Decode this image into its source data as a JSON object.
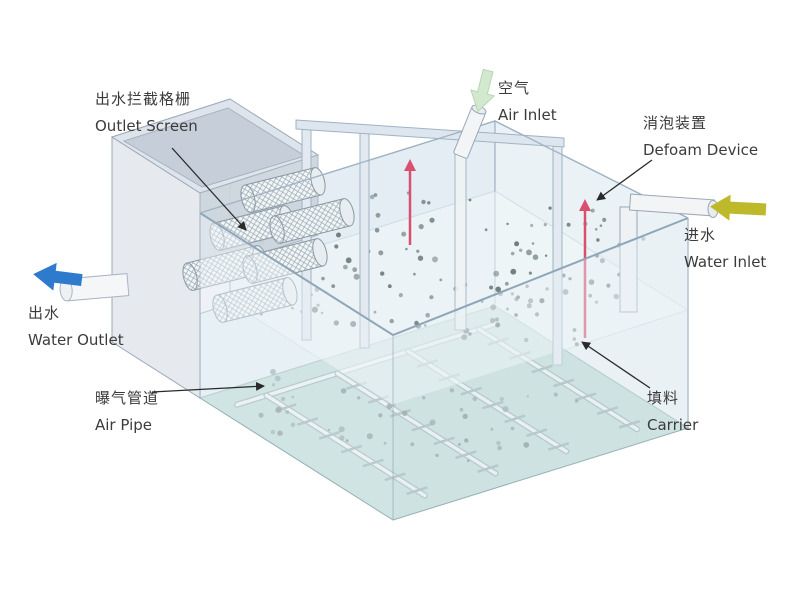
{
  "diagram": {
    "labels": {
      "outlet_screen": {
        "zh": "出水拦截格栅",
        "en": "Outlet Screen"
      },
      "air_inlet": {
        "zh": "空气",
        "en": "Air Inlet"
      },
      "defoam_device": {
        "zh": "消泡装置",
        "en": "Defoam Device"
      },
      "water_inlet": {
        "zh": "进水",
        "en": "Water Inlet"
      },
      "water_outlet": {
        "zh": "出水",
        "en": "Water Outlet"
      },
      "air_pipe": {
        "zh": "曝气管道",
        "en": "Air Pipe"
      },
      "carrier": {
        "zh": "填料",
        "en": "Carrier"
      }
    },
    "colors": {
      "water_outlet_arrow": "#2e7bce",
      "water_inlet_arrow": "#bdb92b",
      "air_inlet_arrow": "#d2e9cf",
      "defoam_rod": "#d8506e",
      "tank_floor": "#b7d6d2",
      "carrier_dot": "#6f8080"
    }
  }
}
